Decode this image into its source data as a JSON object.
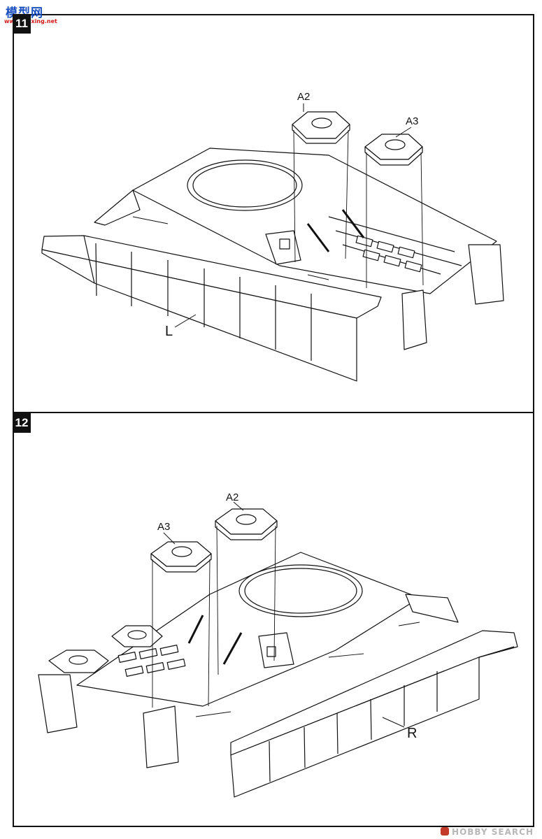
{
  "watermark": {
    "logo_text": "模型网",
    "logo_url": "www.moxing.net",
    "footer_text": "HOBBY SEARCH"
  },
  "steps": [
    {
      "number": "11",
      "parts": {
        "a2": "A2",
        "a3": "A3",
        "side": "L"
      }
    },
    {
      "number": "12",
      "parts": {
        "a2": "A2",
        "a3": "A3",
        "side": "R"
      }
    }
  ],
  "colors": {
    "line": "#111111",
    "paper": "#ffffff"
  }
}
